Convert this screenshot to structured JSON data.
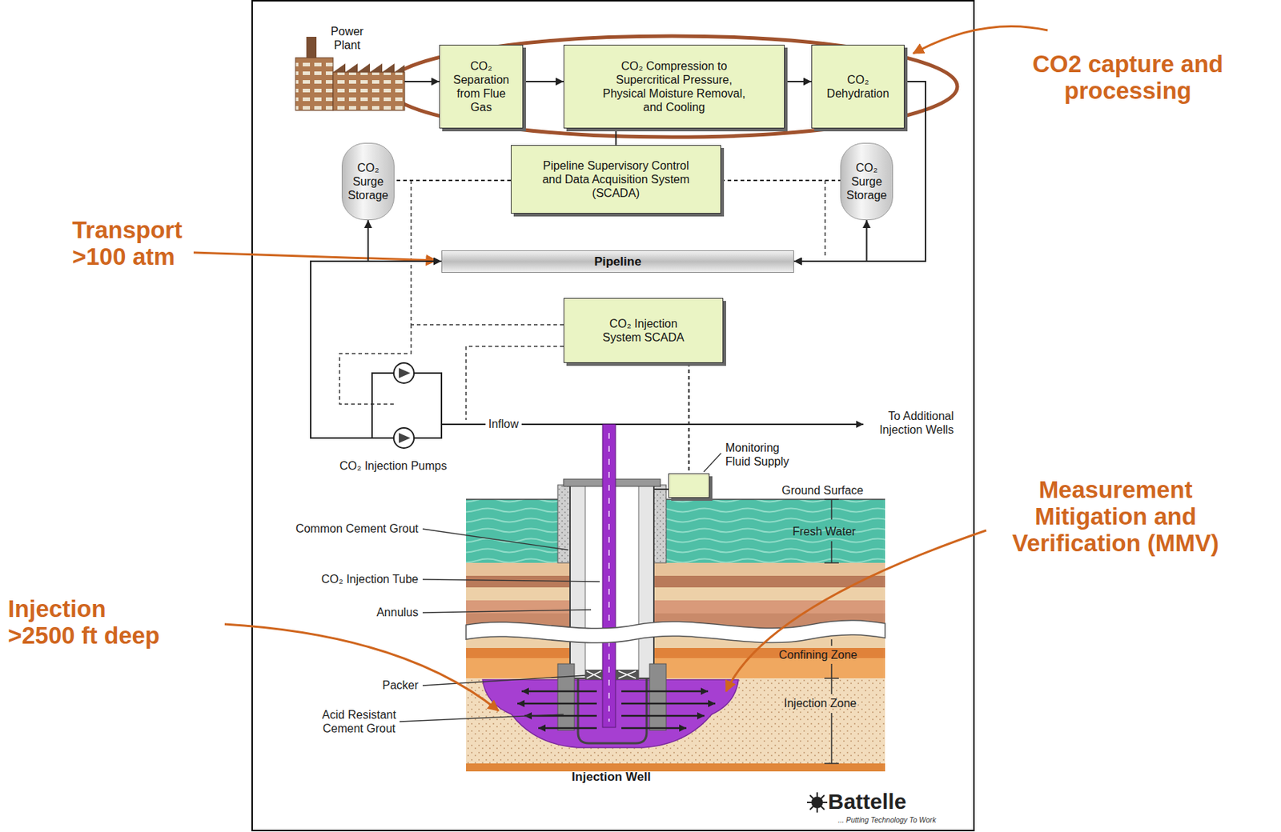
{
  "diagram": {
    "nodes": [
      {
        "text": [
          "Power Plant"
        ]
      },
      {
        "text": [
          "CO₂ Separation from Flue Gas"
        ]
      },
      {
        "text": [
          "CO₂ Compression to Supercritical Pressure, Physical Moisture Removal, and Cooling"
        ]
      },
      {
        "text": [
          "CO₂ Dehydration"
        ]
      },
      {
        "text": [
          "CO₂ Surge Storage"
        ]
      },
      {
        "text": [
          "Pipeline Supervisory Control and Data Acquisition System (SCADA)"
        ]
      },
      {
        "text": [
          "CO₂ Surge Storage"
        ]
      },
      {
        "text": [
          "Pipeline"
        ]
      },
      {
        "text": [
          "CO₂ Injection System SCADA"
        ]
      },
      {
        "text": [
          "Monitoring Fluid Supply"
        ]
      }
    ],
    "edges": [
      {
        "from": 0,
        "to": 1,
        "arrow": "to"
      },
      {
        "from": 1,
        "to": 2,
        "arrow": "to"
      },
      {
        "from": 2,
        "to": 3,
        "arrow": "to"
      },
      {
        "from": 3,
        "to": 7,
        "arrow": "to"
      },
      {
        "from": 4,
        "to": 7,
        "arrow": "both"
      },
      {
        "from": 6,
        "to": 7,
        "arrow": "both"
      },
      {
        "from": 5,
        "to": 4,
        "arrow": "none"
      },
      {
        "from": 5,
        "to": 6,
        "arrow": "none"
      },
      {
        "from": 2,
        "to": 5,
        "arrow": "none"
      },
      {
        "from": 8,
        "to": 9,
        "arrow": "none"
      }
    ],
    "labels": [
      "CO2 capture and processing",
      "Transport >100 atm",
      "Injection >2500 ft deep",
      "Measurement Mitigation and Verification (MMV)",
      "Inflow",
      "To Additional Injection Wells",
      "CO₂ Injection Pumps",
      "Ground Surface",
      "Fresh Water",
      "Confining Zone",
      "Injection Zone",
      "Common Cement Grout",
      "CO₂ Injection Tube",
      "Annulus",
      "Packer",
      "Acid Resistant Cement Grout",
      "Injection Well",
      "Battelle",
      "... Putting Technology To Work"
    ]
  }
}
